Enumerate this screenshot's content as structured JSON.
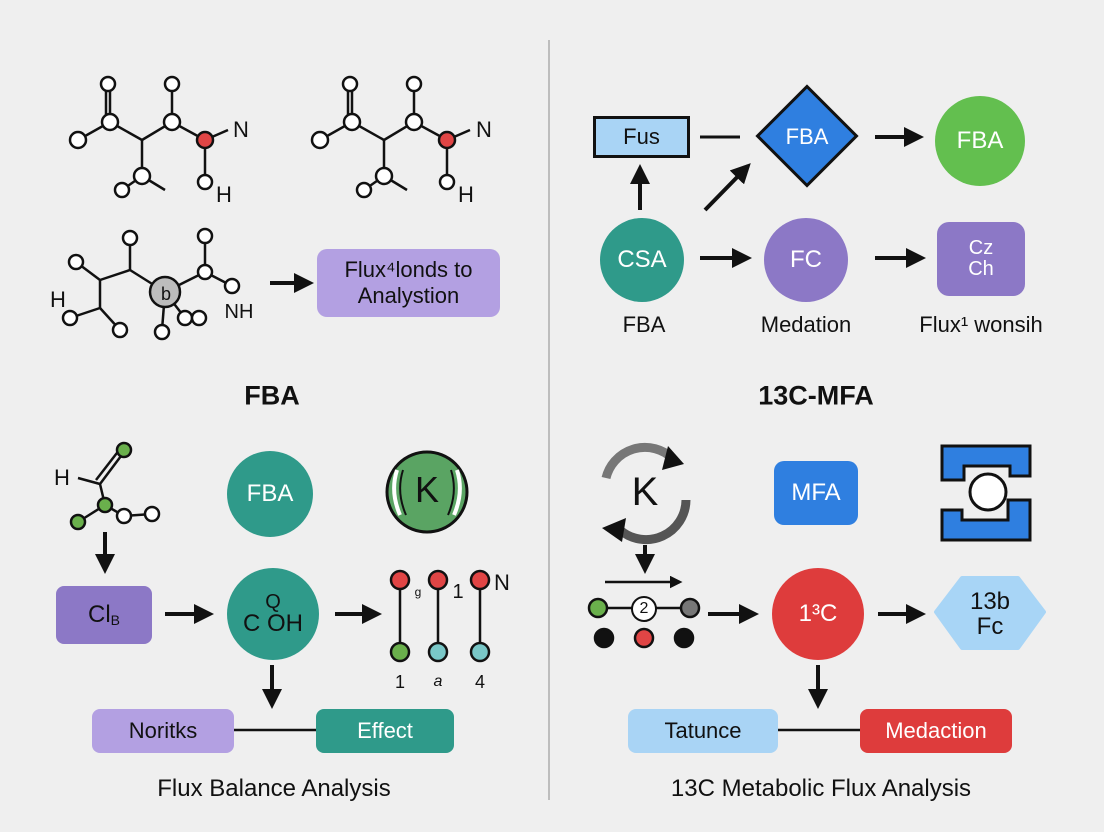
{
  "left_panel": {
    "heading": "FBA",
    "caption": "Flux Balance Analysis",
    "molecule1_letters": {
      "n": "N",
      "h": "H"
    },
    "molecule2_letters": {
      "n": "N",
      "h": "H"
    },
    "molecule3_letters": {
      "h": "H",
      "nh": "NH",
      "center": "b"
    },
    "flux_box_line1": "Flux⁴londs to",
    "flux_box_line2": "Analystion",
    "h_small": "H",
    "fba_circle": "FBA",
    "k_globe": "K",
    "cl_box": "Cl",
    "cl_box_sub": "B",
    "coh_circle_top": "Q",
    "coh_circle": "C OH",
    "chain_marks": {
      "top_a": "g",
      "top_b": "1",
      "top_c": "N",
      "bot_a": "1",
      "bot_b": "a",
      "bot_c": "4"
    },
    "noritks_box": "Noritks",
    "effect_box": "Effect",
    "colors": {
      "purple": "#8c78c6",
      "teal": "#2f9a8a",
      "light_purple": "#b3a0e2",
      "green_globe": "#5aa463",
      "red_atom": "#e04545",
      "green_atom": "#6ab04c",
      "cyan_atom": "#79c7c7"
    }
  },
  "right_panel": {
    "heading": "13C-MFA",
    "caption": "13C Metabolic Flux Analysis",
    "fus_box": "Fus",
    "fba_diamond": "FBA",
    "fba_circle_green": "FBA",
    "csa_circle": "CSA",
    "fc_circle": "FC",
    "c2_box_line1": "Cz",
    "c2_box_line2": "Ch",
    "label_fba": "FBA",
    "label_medation": "Medation",
    "label_flux": "Flux¹ wonsih",
    "k_cycle": "K",
    "mfa_box": "MFA",
    "two_node": "2",
    "c13_circle": "1³C",
    "hex_line1": "13b",
    "hex_line2": "Fc",
    "tatunce_box": "Tatunce",
    "medaction_box": "Medaction",
    "colors": {
      "blue_light": "#a9d4f5",
      "blue": "#2f7fe0",
      "teal": "#2f9a8a",
      "purple": "#8c78c6",
      "green": "#63bf4f",
      "red": "#de3c3c",
      "light_blue_hex": "#a8d5f6"
    }
  }
}
